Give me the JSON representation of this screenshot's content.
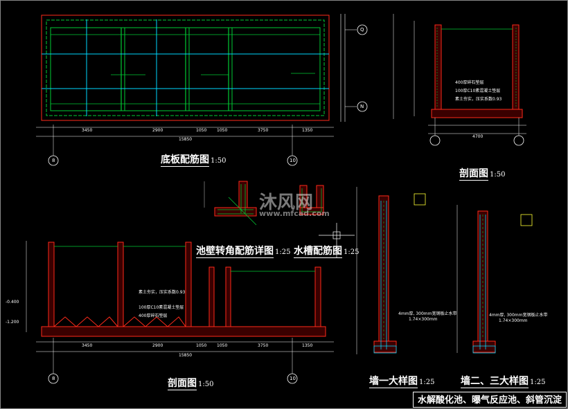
{
  "titles": {
    "plan": "底板配筋图",
    "plan_scale": "1:50",
    "section_top": "剖面图",
    "section_top_scale": "1:50",
    "corner_detail": "池壁转角配筋详图",
    "corner_detail_scale": "1:25",
    "trough": "水槽配筋图",
    "trough_scale": "1:25",
    "section_bottom": "剖面图",
    "section_bottom_scale": "1:50",
    "wall1_detail": "墙一大样图",
    "wall1_detail_scale": "1:25",
    "wall23_detail": "墙二、三大样图",
    "wall23_detail_scale": "1:25"
  },
  "title_block": "水解酸化池、曝气反应池、斜管沉淀",
  "axis_labels": {
    "plan_left": "8",
    "plan_right": "10",
    "plan_top": "Q",
    "plan_bottom": "N",
    "section_left": "8",
    "section_right": "10"
  },
  "plan_dims_bottom": [
    "3450",
    "2900",
    "1050",
    "1050",
    "3750",
    "1350"
  ],
  "plan_total": "15850",
  "section_top_dims": [
    "4700"
  ],
  "section_top_notes": [
    "400厚碎石垫层",
    "100厚C10素混凝土垫层",
    "素土夯实，压实系数0.93"
  ],
  "section_bottom_notes": [
    "素土夯实，压实系数0.93",
    "100厚C10素混凝土垫层",
    "400厚碎石垫层"
  ],
  "section_bottom_levels": [
    "-1.200",
    "-0.400"
  ],
  "section_bottom_dims": [
    "3450",
    "2900",
    "1050",
    "1050",
    "3750",
    "1350"
  ],
  "section_bottom_total": "15850",
  "wall_detail_notes": [
    "4mm厚, 300mm宽钢板止水带",
    "1.74×300mm"
  ],
  "watermark": {
    "brand": "沐风网",
    "url": "www.mfcad.com"
  },
  "colors": {
    "background": "#000000",
    "red": "#ff2a1a",
    "green": "#00cc33",
    "cyan": "#00d8ff",
    "yellow": "#ffff33",
    "white": "#ffffff"
  }
}
